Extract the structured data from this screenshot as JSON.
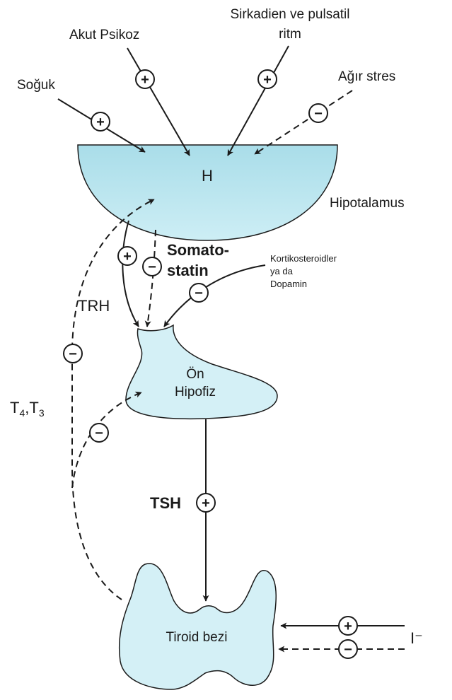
{
  "nodes": {
    "hypothalamus_symbol": "H",
    "hypothalamus_label": "Hipotalamus",
    "pituitary_line1": "Ön",
    "pituitary_line2": "Hipofiz",
    "thyroid": "Tiroid bezi"
  },
  "inputs": {
    "cold": "Soğuk",
    "acute_psychosis": "Akut Psikoz",
    "rhythm_line1": "Sirkadien ve pulsatil",
    "rhythm_line2": "ritm",
    "severe_stress": "Ağır stres",
    "corticosteroids_line1": "Kortikosteroidler",
    "corticosteroids_line2": "ya da",
    "corticosteroids_line3": "Dopamin",
    "iodide": "I⁻"
  },
  "hormones": {
    "somatostatin_line1": "Somato-",
    "somatostatin_line2": "statin",
    "trh": "TRH",
    "tsh": "TSH",
    "t4": "T",
    "t4_sub": "4",
    "t3_sep": ",T",
    "t3_sub": "3"
  },
  "signs": {
    "plus": "+",
    "minus": "−"
  },
  "colors": {
    "organ_fill": "#cdeef5",
    "organ_light": "#e3f6fa",
    "hypothalamus_top": "#a9dde9",
    "outline": "#1a1a1a"
  }
}
